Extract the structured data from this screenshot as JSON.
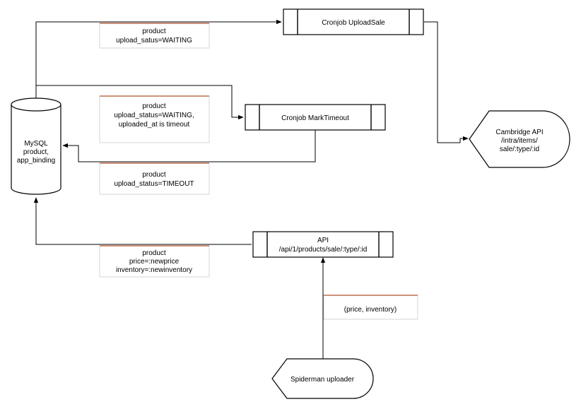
{
  "nodes": {
    "mysql": {
      "lines": [
        "MySQL",
        "product,",
        "app_binding"
      ]
    },
    "cronjob_upload_sale": {
      "label": "Cronjob UploadSale"
    },
    "cronjob_mark_timeout": {
      "label": "Cronjob MarkTimeout"
    },
    "cambridge_api": {
      "lines": [
        "Cambridge API",
        "/intra/items/",
        "sale/:type/:id"
      ]
    },
    "api": {
      "lines": [
        "API",
        "/api/1/products/sale/:type/:id"
      ]
    },
    "spiderman_uploader": {
      "label": "Spiderman uploader"
    }
  },
  "notes": {
    "upload_waiting": {
      "lines": [
        "product",
        "upload_satus=WAITING"
      ]
    },
    "mark_timeout_query": {
      "lines": [
        "product",
        "upload_status=WAITING,",
        "uploaded_at is timeout"
      ]
    },
    "timeout_update": {
      "lines": [
        "product",
        "upload_status=TIMEOUT"
      ]
    },
    "price_update": {
      "lines": [
        "product",
        "price=:newprice",
        "inventory=:newinventory"
      ]
    },
    "spiderman_payload": {
      "lines": [
        "(price, inventory)"
      ]
    }
  },
  "colors": {
    "stroke": "#000000",
    "note_accent": "#b5522d",
    "note_border": "#cccccc",
    "background": "#ffffff"
  }
}
